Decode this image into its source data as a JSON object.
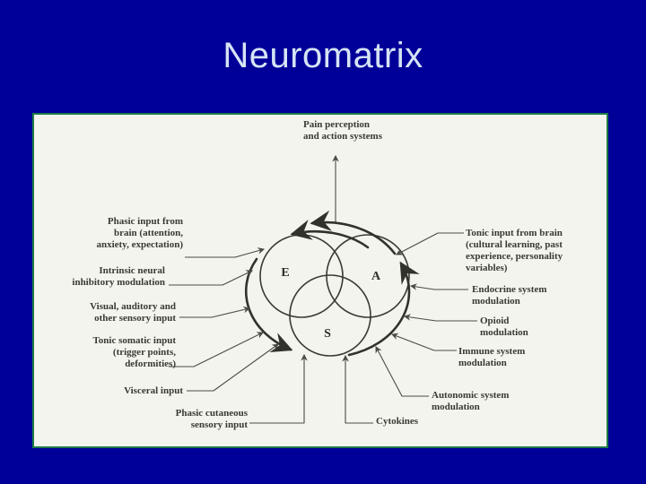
{
  "slide": {
    "title": "Neuromatrix"
  },
  "palette": {
    "background": "#000099",
    "title_text": "#d6e4f4",
    "panel_background": "#f4f4ef",
    "panel_border": "#1e7a45",
    "ink": "#3a3a33"
  },
  "figure": {
    "output_label": "Pain perception\nand action systems",
    "core_letters": {
      "e": "E",
      "a": "A",
      "s": "S"
    },
    "left_labels": [
      {
        "text": "Phasic input from\nbrain (attention,\nanxiety, expectation)"
      },
      {
        "text": "Intrinsic neural\ninhibitory modulation"
      },
      {
        "text": "Visual, auditory and\nother sensory input"
      },
      {
        "text": "Tonic somatic input\n(trigger points,\ndeformities)"
      },
      {
        "text": "Visceral input"
      },
      {
        "text": "Phasic cutaneous\nsensory input"
      }
    ],
    "right_labels": [
      {
        "text": "Tonic input from brain\n(cultural learning, past\nexperience, personality\nvariables)"
      },
      {
        "text": "Endocrine system\nmodulation"
      },
      {
        "text": "Opioid\nmodulation"
      },
      {
        "text": "Immune system\nmodulation"
      },
      {
        "text": "Autonomic system\nmodulation"
      },
      {
        "text": "Cytokines"
      }
    ]
  }
}
